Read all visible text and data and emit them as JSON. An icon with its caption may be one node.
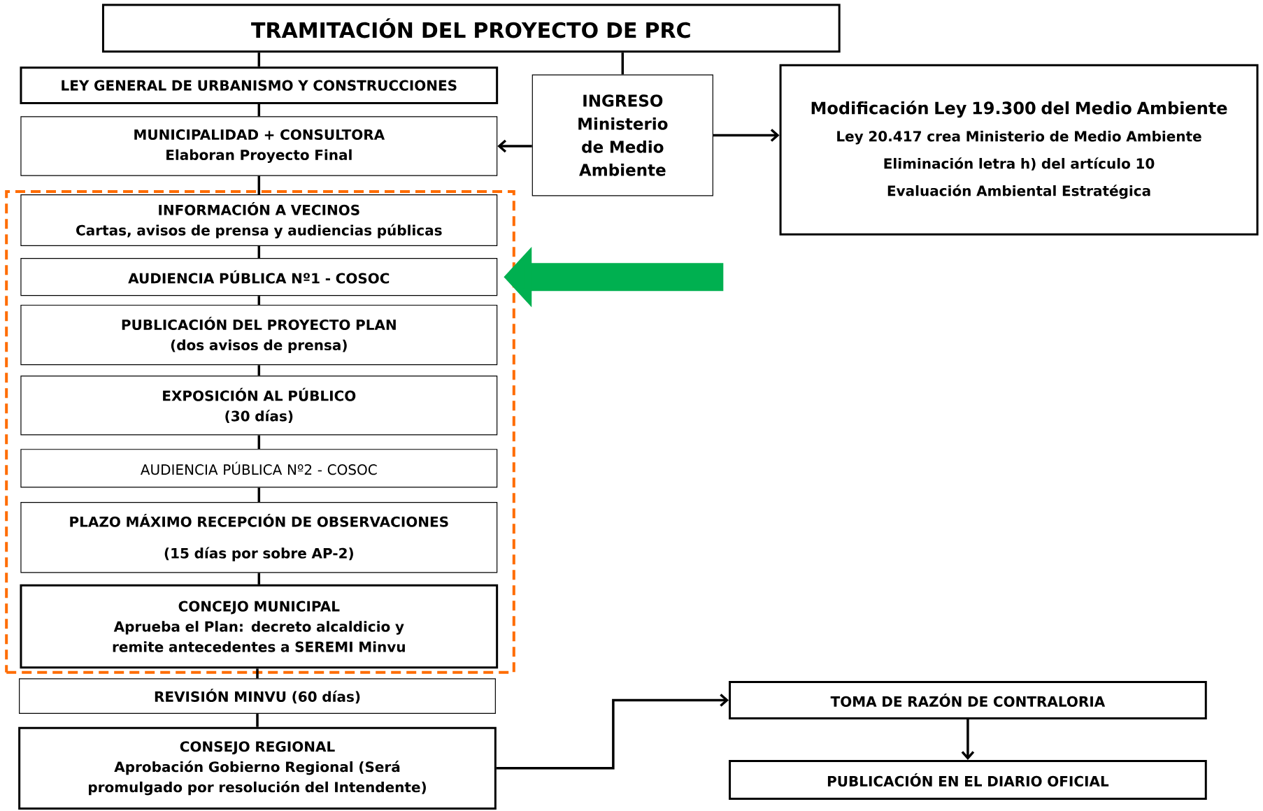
{
  "diagram": {
    "nodes": [
      {
        "text": [
          "TRAMITACIÓN DEL PROYECTO DE PRC"
        ]
      },
      {
        "text": [
          "LEY GENERAL DE URBANISMO Y CONSTRUCCIONES"
        ]
      },
      {
        "text": [
          "MUNICIPALIDAD + CONSULTORA",
          "Elaboran Proyecto Final"
        ]
      },
      {
        "text": [
          "INGRESO Ministerio de Medio Ambiente"
        ]
      },
      {
        "text": [
          "Modificación Ley 19.300 del Medio Ambiente",
          "Ley 20.417 crea Ministerio de Medio Ambiente",
          "Eliminación letra h) del artículo 10",
          "Evaluación Ambiental Estratégica"
        ]
      },
      {
        "text": [],
        "shape": "box"
      },
      {
        "text": [
          "INFORMACIÓN A VECINOS",
          "Cartas, avisos de prensa y audiencias públicas"
        ],
        "in": 5
      },
      {
        "text": [
          "AUDIENCIA PÚBLICA Nº1 - COSOC"
        ],
        "in": 5
      },
      {
        "text": [
          "PUBLICACIÓN DEL PROYECTO PLAN",
          "(dos avisos de prensa)"
        ],
        "in": 5
      },
      {
        "text": [
          "EXPOSICIÓN AL PÚBLICO",
          "(30 días)"
        ],
        "in": 5
      },
      {
        "text": [
          "AUDIENCIA PÚBLICA Nº2 - COSOC"
        ],
        "in": 5
      },
      {
        "text": [
          "PLAZO MÁXIMO RECEPCIÓN DE OBSERVACIONES",
          "(15 días por sobre AP-2)"
        ],
        "in": 5
      },
      {
        "text": [
          "CONCEJO MUNICIPAL",
          "Aprueba el Plan: decreto alcaldicio y remite antecedentes a SEREMI Minvu"
        ],
        "in": 5
      },
      {
        "text": [
          "REVISIÓN MINVU (60 días)"
        ]
      },
      {
        "text": [
          "CONSEJO REGIONAL",
          "Aprobación Gobierno Regional (Será promulgado por resolución del Intendente)"
        ]
      },
      {
        "text": [
          "TOMA DE RAZÓN DE CONTRALORIA"
        ]
      },
      {
        "text": [
          "PUBLICACIÓN EN EL DIARIO OFICIAL"
        ]
      }
    ],
    "edges": [
      {
        "from": 0,
        "to": 1,
        "arrow": "none"
      },
      {
        "from": 0,
        "to": 3,
        "arrow": "none"
      },
      {
        "from": 1,
        "to": 2,
        "arrow": "none"
      },
      {
        "from": 3,
        "to": 2,
        "arrow": "to"
      },
      {
        "from": 3,
        "to": 4,
        "arrow": "to"
      },
      {
        "from": 2,
        "to": 6,
        "arrow": "none"
      },
      {
        "from": 6,
        "to": 7,
        "arrow": "none"
      },
      {
        "from": 7,
        "to": 8,
        "arrow": "none"
      },
      {
        "from": 8,
        "to": 9,
        "arrow": "none"
      },
      {
        "from": 9,
        "to": 10,
        "arrow": "none"
      },
      {
        "from": 10,
        "to": 11,
        "arrow": "none"
      },
      {
        "from": 11,
        "to": 12,
        "arrow": "none"
      },
      {
        "from": 12,
        "to": 13,
        "arrow": "none"
      },
      {
        "from": 13,
        "to": 14,
        "arrow": "none"
      },
      {
        "from": 14,
        "to": 15,
        "arrow": "to"
      },
      {
        "from": 15,
        "to": 16,
        "arrow": "to"
      },
      {
        "from": null,
        "to": 7,
        "arrow": "to",
        "style": "thick",
        "color": "#00b050"
      }
    ]
  }
}
